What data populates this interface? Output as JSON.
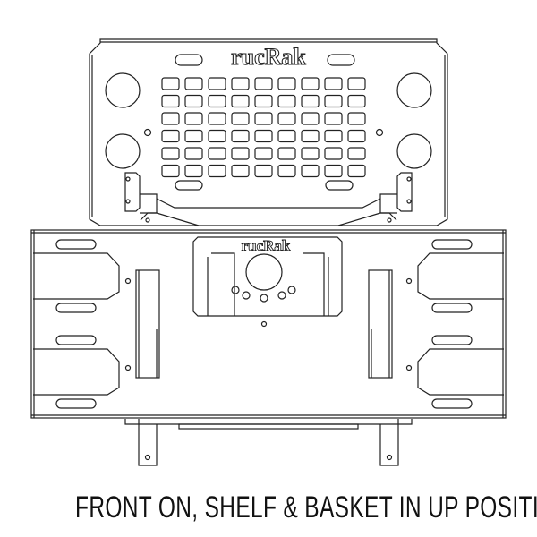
{
  "caption": "FRONT ON, SHELF & BASKET IN UP POSITION",
  "logo_text": "rucRak",
  "colors": {
    "line": "#222222",
    "background": "#ffffff"
  },
  "basket": {
    "slot_columns": 9,
    "slot_rows": 6,
    "large_holes": 4
  },
  "shelf": {
    "logo_text": "rucRak"
  }
}
